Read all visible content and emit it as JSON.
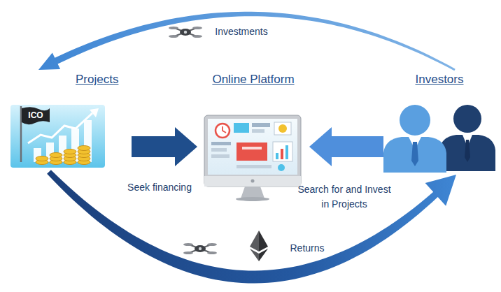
{
  "diagram": {
    "nodes": [
      {
        "text": [
          "Projects"
        ]
      },
      {
        "text": [
          "Online Platform"
        ]
      },
      {
        "text": [
          "Investors"
        ]
      }
    ],
    "edges": [
      {
        "from": 2,
        "to": 0,
        "arrow": "to",
        "label": "Investments"
      },
      {
        "from": 0,
        "to": 1,
        "arrow": "to",
        "label": "Seek financing"
      },
      {
        "from": 2,
        "to": 1,
        "arrow": "to",
        "label": "Search for and Invest in Projects"
      },
      {
        "from": 0,
        "to": 2,
        "arrow": "to",
        "label": "Returns"
      }
    ],
    "labels": [
      "ICO"
    ]
  }
}
